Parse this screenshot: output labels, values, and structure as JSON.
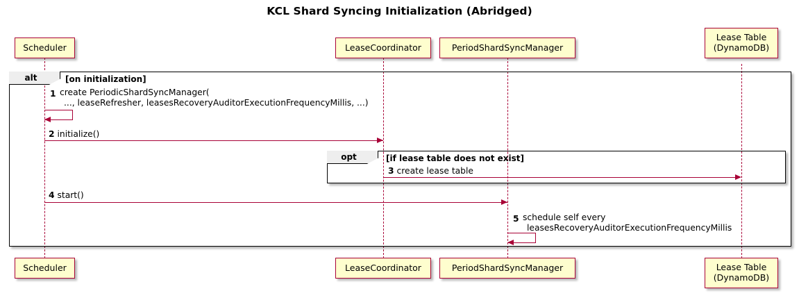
{
  "diagram": {
    "title": "KCL Shard Syncing Initialization (Abridged)",
    "type": "uml-sequence-diagram",
    "colors": {
      "participant_fill": "#FEFECE",
      "participant_border": "#A80036",
      "message_line": "#A80036",
      "frame_border": "#000000",
      "frame_label_fill": "#EEEEEE",
      "background": "#FFFFFF",
      "text": "#000000"
    }
  },
  "participants": [
    {
      "id": "scheduler",
      "name": "Scheduler",
      "lines": [
        "Scheduler"
      ]
    },
    {
      "id": "leasecoord",
      "name": "LeaseCoordinator",
      "lines": [
        "LeaseCoordinator"
      ]
    },
    {
      "id": "pssm",
      "name": "PeriodShardSyncManager",
      "lines": [
        "PeriodShardSyncManager"
      ]
    },
    {
      "id": "leasetable",
      "name": "Lease Table (DynamoDB)",
      "lines": [
        "Lease Table",
        "(DynamoDB)"
      ]
    }
  ],
  "fragments": [
    {
      "id": "alt-frame",
      "operator": "alt",
      "guard": "[on initialization]"
    },
    {
      "id": "opt-frame",
      "operator": "opt",
      "guard": "[if lease table does not exist]"
    }
  ],
  "messages": [
    {
      "number": "1",
      "from": "scheduler",
      "to": "scheduler",
      "kind": "self-call",
      "lines": [
        "create PeriodicShardSyncManager(",
        "..., leaseRefresher, leasesRecoveryAuditorExecutionFrequencyMillis, ...)"
      ]
    },
    {
      "number": "2",
      "from": "scheduler",
      "to": "leasecoord",
      "kind": "call",
      "lines": [
        "initialize()"
      ]
    },
    {
      "number": "3",
      "from": "leasecoord",
      "to": "leasetable",
      "kind": "call",
      "lines": [
        "create lease table"
      ]
    },
    {
      "number": "4",
      "from": "scheduler",
      "to": "pssm",
      "kind": "call",
      "lines": [
        "start()"
      ]
    },
    {
      "number": "5",
      "from": "pssm",
      "to": "pssm",
      "kind": "self-call",
      "lines": [
        "schedule self every",
        "leasesRecoveryAuditorExecutionFrequencyMillis"
      ]
    }
  ]
}
